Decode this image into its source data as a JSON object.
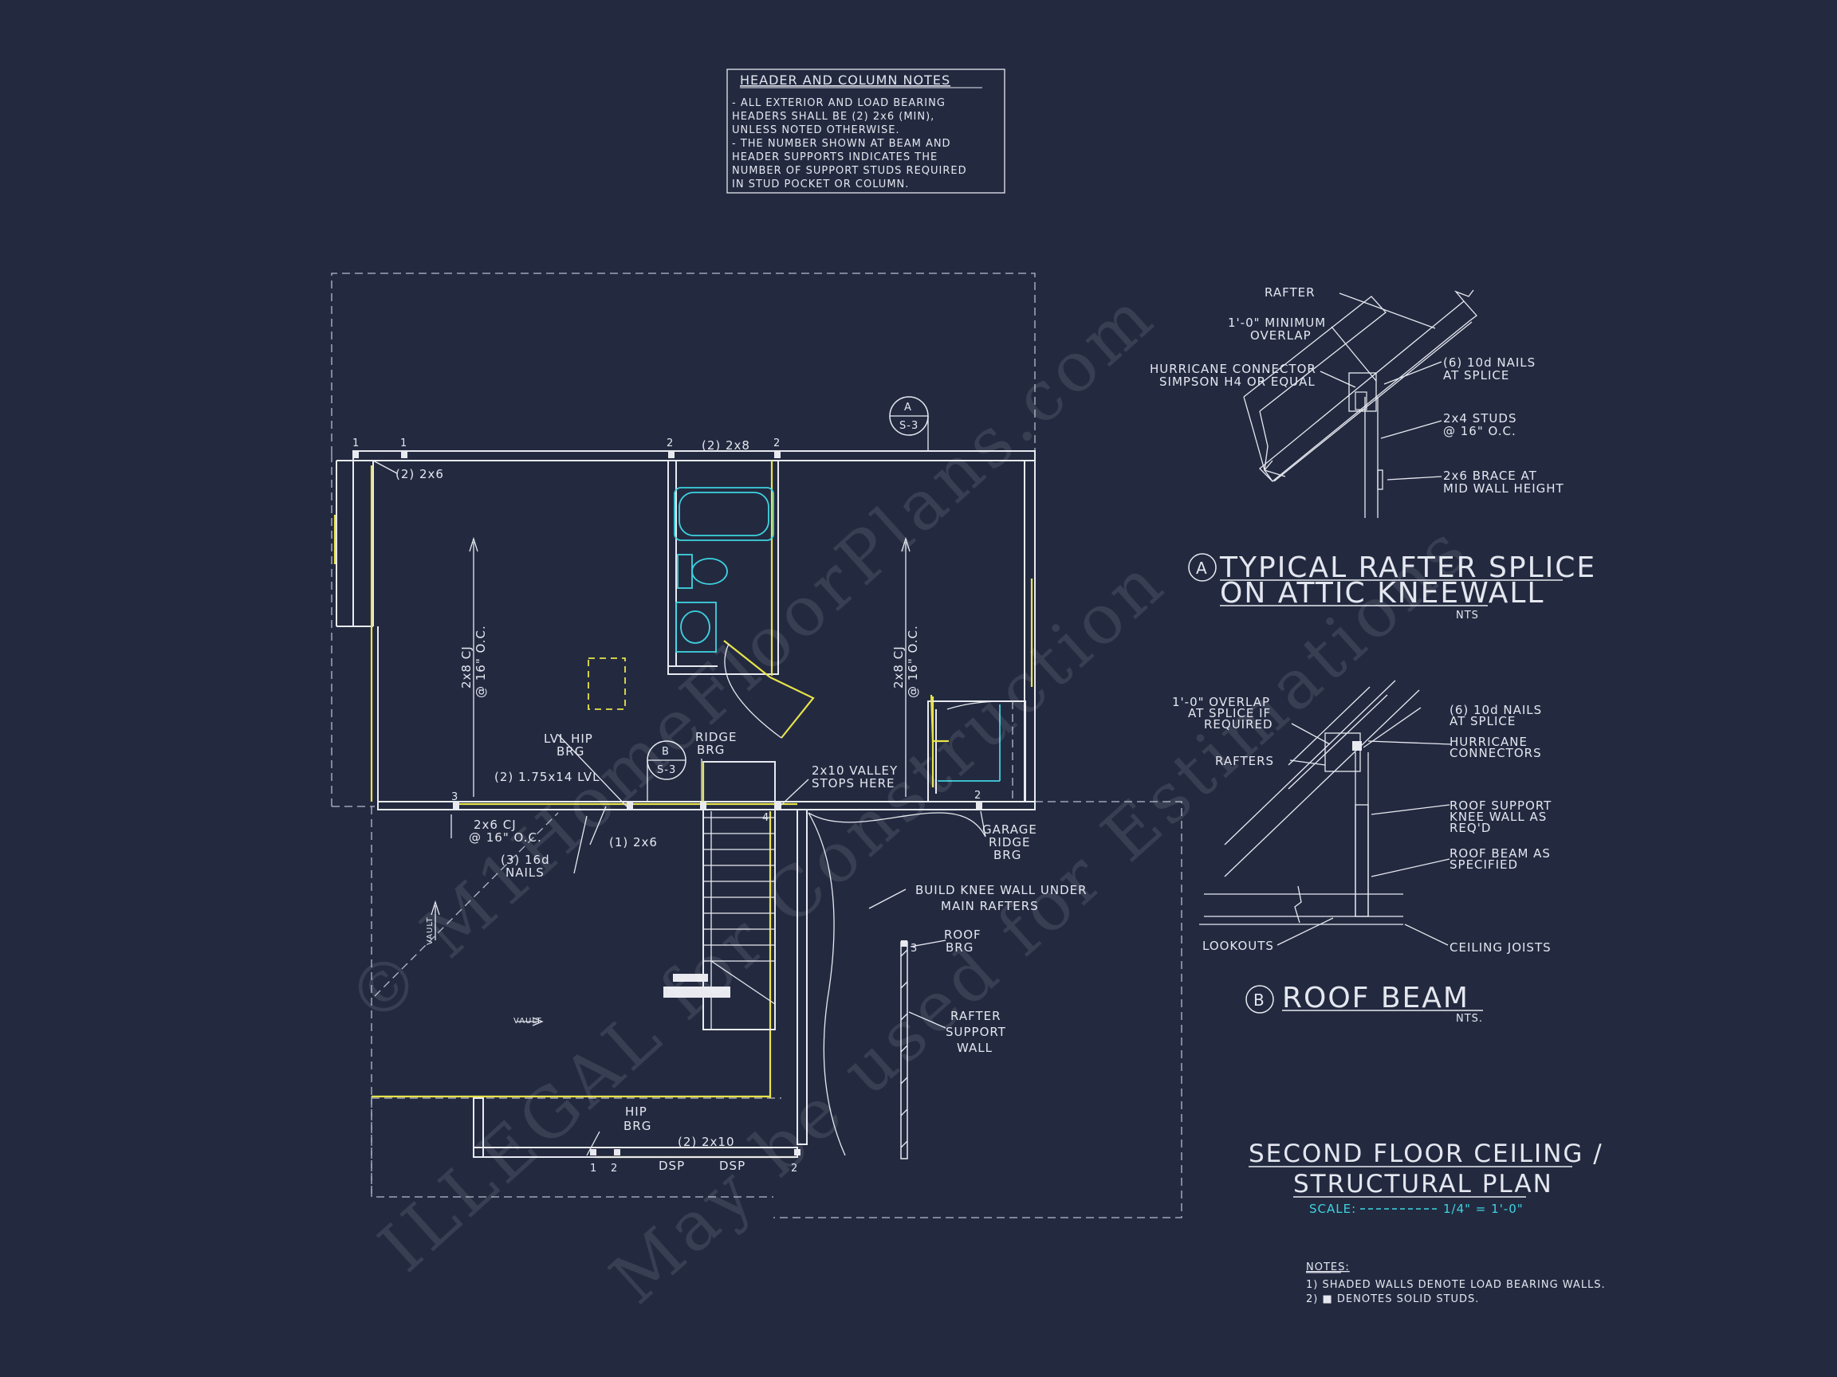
{
  "header_notes": {
    "title": "HEADER AND COLUMN NOTES",
    "lines": [
      "- ALL EXTERIOR AND LOAD BEARING",
      "HEADERS SHALL BE (2) 2x6 (MIN),",
      "UNLESS NOTED OTHERWISE.",
      "- THE NUMBER SHOWN AT BEAM AND",
      "HEADER SUPPORTS INDICATES THE",
      "NUMBER OF SUPPORT STUDS REQUIRED",
      "IN STUD POCKET OR COLUMN."
    ]
  },
  "plan_labels": {
    "stud_1a": "1",
    "stud_1b": "1",
    "stud_2a": "2",
    "stud_2b": "2",
    "top_header": "(2) 2x8",
    "left_header": "(2) 2x6",
    "cj_left_1": "2x8 CJ",
    "cj_left_2": "@ 16\" O.C.",
    "cj_right_1": "2x8 CJ",
    "cj_right_2": "@ 16\" O.C.",
    "section_a_letter": "A",
    "section_a_sheet": "S-3",
    "section_b_letter": "B",
    "section_b_sheet": "S-3",
    "lvl_hip_1": "LVL HIP",
    "lvl_hip_2": "BRG",
    "ridge_1": "RIDGE",
    "ridge_2": "BRG",
    "lvl_beam": "(2) 1.75x14 LVL",
    "valley_1": "2x10 VALLEY",
    "valley_2": "STOPS HERE",
    "stud_3": "3",
    "stud_4": "4",
    "stud_2c": "2",
    "garage_1": "GARAGE",
    "garage_2": "RIDGE",
    "garage_3": "BRG",
    "cj_lower_1": "2x6 CJ",
    "cj_lower_2": "@ 16\" O.C.",
    "one_2x6": "(1) 2x6",
    "nails_1": "(3) 16d",
    "nails_2": "NAILS",
    "knee_1": "BUILD KNEE WALL UNDER",
    "knee_2": "MAIN RAFTERS",
    "roof_brg_1": "ROOF",
    "roof_brg_2": "BRG",
    "stud_3b": "3",
    "rafter_wall_1": "RAFTER",
    "rafter_wall_2": "SUPPORT",
    "rafter_wall_3": "WALL",
    "vault_1": "VAULT",
    "vault_2": "VAULT",
    "hip_brg_1": "HIP",
    "hip_brg_2": "BRG",
    "bottom_header": "(2) 2x10",
    "stud_1c": "1",
    "stud_2d": "2",
    "stud_2e": "2",
    "dsp_1": "DSP",
    "dsp_2": "DSP"
  },
  "detail_a": {
    "rafter": "RAFTER",
    "overlap_1": "1'-0\" MINIMUM",
    "overlap_2": "OVERLAP",
    "hurricane_1": "HURRICANE CONNECTOR",
    "hurricane_2": "SIMPSON H4 OR EQUAL",
    "nails_1": "(6) 10d NAILS",
    "nails_2": "AT SPLICE",
    "studs_1": "2x4 STUDS",
    "studs_2": "@ 16\" O.C.",
    "brace_1": "2x6 BRACE AT",
    "brace_2": "MID WALL HEIGHT",
    "marker": "A",
    "title_1": "TYPICAL RAFTER SPLICE",
    "title_2": "ON ATTIC KNEEWALL",
    "scale": "NTS"
  },
  "detail_b": {
    "overlap_1": "1'-0\" OVERLAP",
    "overlap_2": "AT SPLICE IF",
    "overlap_3": "REQUIRED",
    "nails_1": "(6) 10d NAILS",
    "nails_2": "AT SPLICE",
    "rafters": "RAFTERS",
    "hurricane_1": "HURRICANE",
    "hurricane_2": "CONNECTORS",
    "knee_1": "ROOF SUPPORT",
    "knee_2": "KNEE WALL AS",
    "knee_3": "REQ'D",
    "beam_1": "ROOF BEAM AS",
    "beam_2": "SPECIFIED",
    "lookouts": "LOOKOUTS",
    "ceiling": "CEILING JOISTS",
    "marker": "B",
    "title": "ROOF BEAM",
    "scale": "NTS."
  },
  "plan_title": {
    "line_1": "SECOND FLOOR CEILING /",
    "line_2": "STRUCTURAL PLAN",
    "scale_label": "SCALE:",
    "scale_value": "1/4\" = 1'-0\""
  },
  "notes": {
    "title": "NOTES:",
    "line_1": "1) SHADED WALLS DENOTE LOAD BEARING WALLS.",
    "line_2": "2) ■ DENOTES SOLID STUDS."
  },
  "watermark": {
    "line_1": "© M1HomeFloorPlans.com",
    "line_2": "ILLEGAL for Construction",
    "line_3": "May be used for Estimations"
  },
  "colors": {
    "background": "#232a40",
    "linework": "#e8eaf0",
    "bearing": "#e8e34a",
    "fixture": "#3ed3e0"
  }
}
